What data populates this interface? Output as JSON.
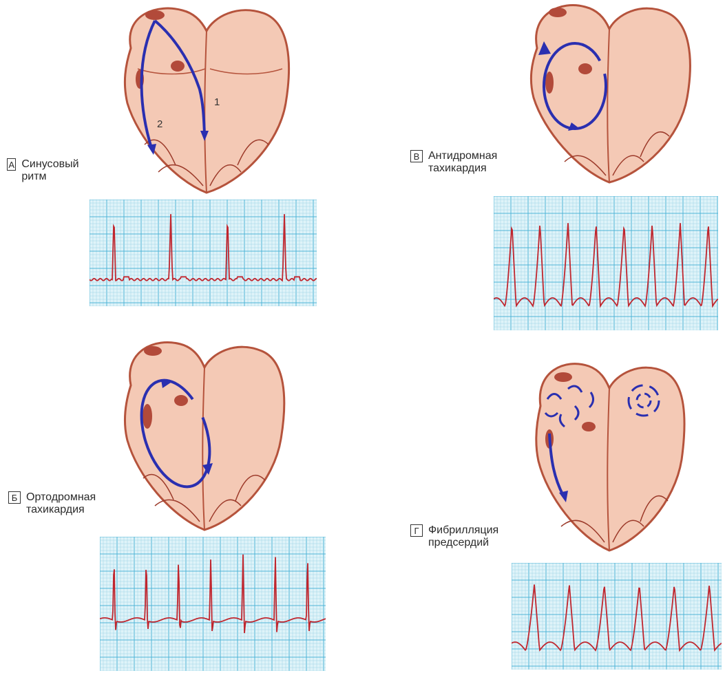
{
  "colors": {
    "heart_fill": "#f4c9b5",
    "heart_stroke": "#b5533c",
    "vessel": "#9c3a2a",
    "node": "#b24a3a",
    "arrow": "#2a2fb0",
    "grid_bg": "#dff3f9",
    "grid_minor": "#9fd4e6",
    "grid_major": "#4fb5d6",
    "trace": "#c0262e"
  },
  "panels": [
    {
      "id": "A",
      "letter": "А",
      "title_lines": [
        "Синусовый ритм"
      ],
      "markers": [
        "1",
        "2"
      ],
      "ecg_pattern": "sinus",
      "beats": 4
    },
    {
      "id": "B",
      "letter": "В",
      "title_lines": [
        "Антидромная",
        "тахикардия"
      ],
      "ecg_pattern": "antidromic",
      "beats": 8
    },
    {
      "id": "C",
      "letter": "Б",
      "title_lines": [
        "Ортодромная",
        "тахикардия"
      ],
      "ecg_pattern": "orthodromic",
      "beats": 7
    },
    {
      "id": "D",
      "letter": "Г",
      "title_lines": [
        "Фибрилляция",
        "предсердий"
      ],
      "ecg_pattern": "fibrillation",
      "beats": 6
    }
  ]
}
